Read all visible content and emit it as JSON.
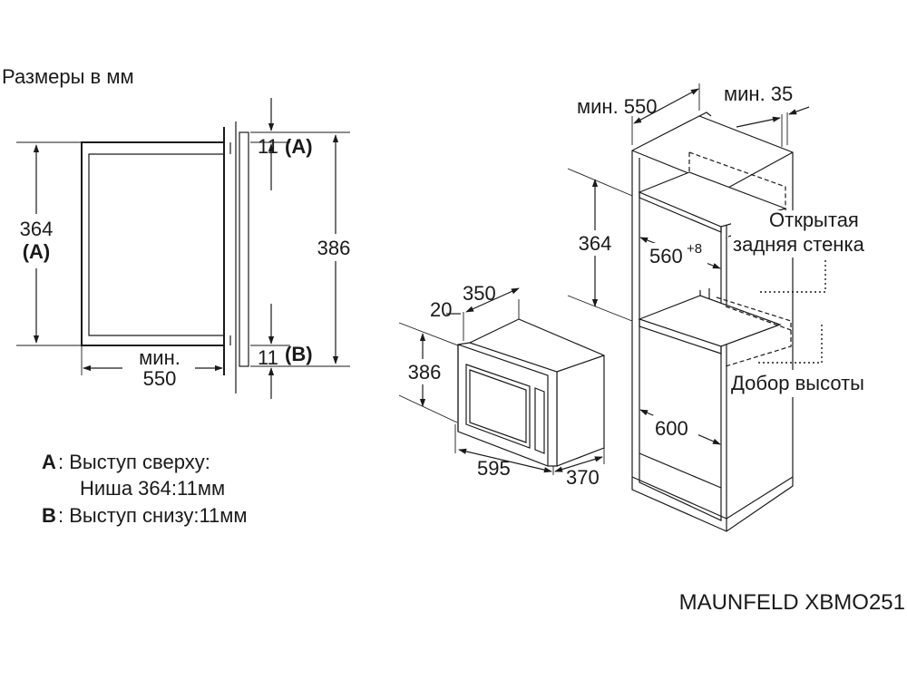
{
  "header": {
    "units_label": "Размеры в мм"
  },
  "side_view": {
    "niche_height": "364",
    "niche_height_key": "(A)",
    "overall_height": "386",
    "top_offset": "11",
    "top_offset_key": "(A)",
    "bottom_offset": "11",
    "bottom_offset_key": "(B)",
    "depth_min_label": "мин.",
    "depth_min_value": "550"
  },
  "appliance_view": {
    "frame_thickness": "20",
    "depth": "350",
    "height": "386",
    "width": "595",
    "depth_total": "370"
  },
  "cabinet_view": {
    "depth_min": "мин. 550",
    "gap_min": "мин. 35",
    "niche_height": "364",
    "inner_width": "560",
    "inner_width_tol": "+8",
    "cabinet_width": "600",
    "open_back_line1": "Открытая",
    "open_back_line2": "задняя стенка",
    "height_filler": "Добор высоты"
  },
  "legend": {
    "a_key": "A",
    "a_line1": ": Выступ сверху:",
    "a_line2": "Ниша 364:11мм",
    "b_key": "B",
    "b_line1": ": Выступ снизу:11мм"
  },
  "footer": {
    "model": "MAUNFELD XBMO251"
  }
}
